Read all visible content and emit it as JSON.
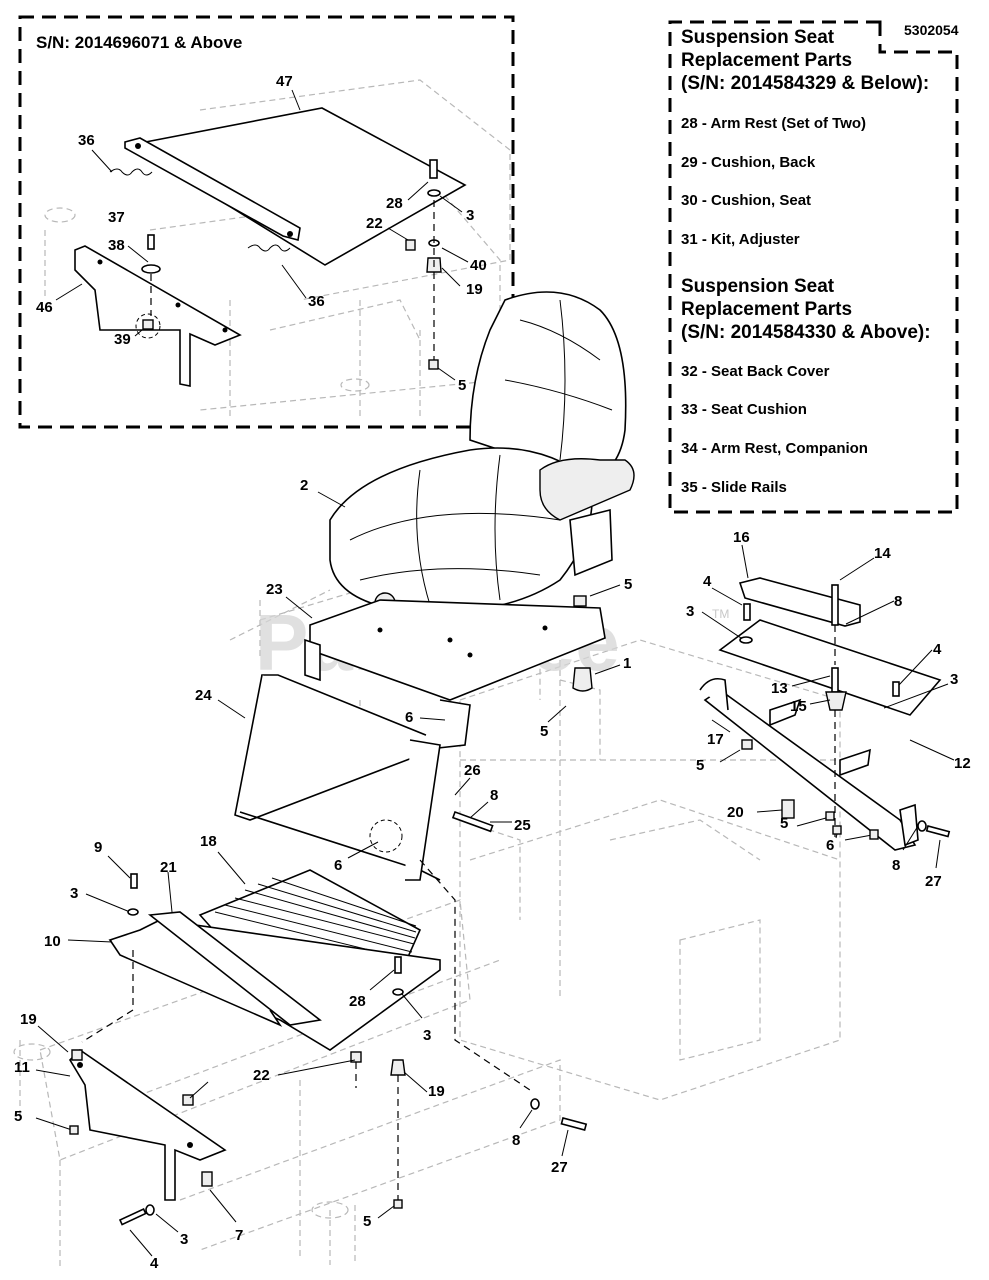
{
  "document_number": "5302054",
  "watermark": "PartsTree",
  "watermark_tm": "TM",
  "inset": {
    "title": "S/N: 2014696071 & Above"
  },
  "replacement_box": {
    "section_1": {
      "title_lines": [
        "Suspension Seat",
        "Replacement Parts",
        "(S/N: 2014584329 & Below):"
      ],
      "items": [
        "28 - Arm Rest (Set of Two)",
        "29 - Cushion, Back",
        "30 - Cushion, Seat",
        "31 - Kit, Adjuster"
      ]
    },
    "section_2": {
      "title_lines": [
        "Suspension Seat",
        "Replacement Parts",
        "(S/N: 2014584330 & Above):"
      ],
      "items": [
        "32 - Seat Back Cover",
        "33 - Seat Cushion",
        "34 - Arm Rest, Companion",
        "35 - Slide Rails"
      ]
    }
  },
  "callouts": {
    "c47": "47",
    "c36a": "36",
    "c37": "37",
    "c38": "38",
    "c46": "46",
    "c39": "39",
    "c36b": "36",
    "c28a": "28",
    "c3a": "3",
    "c22a": "22",
    "c40": "40",
    "c19a": "19",
    "c5a": "5",
    "c2": "2",
    "c23": "23",
    "c5b": "5",
    "c1": "1",
    "c24": "24",
    "c6a": "6",
    "c5c": "5",
    "c26": "26",
    "c8a": "8",
    "c25": "25",
    "c6b": "6",
    "c16": "16",
    "c14": "14",
    "c4a": "4",
    "c8b": "8",
    "c3b": "3",
    "c13": "13",
    "c4b": "4",
    "c3c": "3",
    "c15": "15",
    "c17": "17",
    "c12": "12",
    "c5d": "5",
    "c20": "20",
    "c5e": "5",
    "c6c": "6",
    "c8c": "8",
    "c27a": "27",
    "c9": "9",
    "c21": "21",
    "c18": "18",
    "c3d": "3",
    "c10": "10",
    "c28b": "28",
    "c3e": "3",
    "c19b": "19",
    "c11": "11",
    "c22b": "22",
    "c19c": "19",
    "c5f": "5",
    "c8d": "8",
    "c27b": "27",
    "c7": "7",
    "c3f": "3",
    "c4c": "4",
    "c5g": "5"
  }
}
